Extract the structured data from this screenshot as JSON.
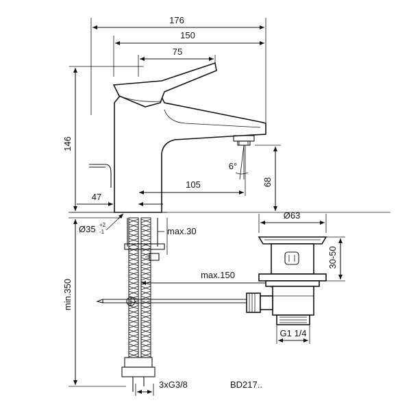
{
  "dimensions": {
    "total_width": "176",
    "spout_reach": "150",
    "lever_length": "75",
    "total_height": "146",
    "outlet_height": "105",
    "lever_offset": "47",
    "spray_angle": "6°",
    "outlet_clearance": "68",
    "hole_diameter": "Ø35",
    "hole_tolerance_upper": "+2",
    "hole_tolerance_lower": "-1",
    "max_deck_thickness": "max.30",
    "min_hose_length": "min.350",
    "max_pull_rod": "max.150",
    "waste_diameter": "Ø63",
    "waste_height": "30-50",
    "waste_thread": "G1 1/4",
    "hose_thread": "3xG3/8"
  },
  "model_code": "BD217..",
  "colors": {
    "line": "#111111",
    "background": "#ffffff"
  }
}
